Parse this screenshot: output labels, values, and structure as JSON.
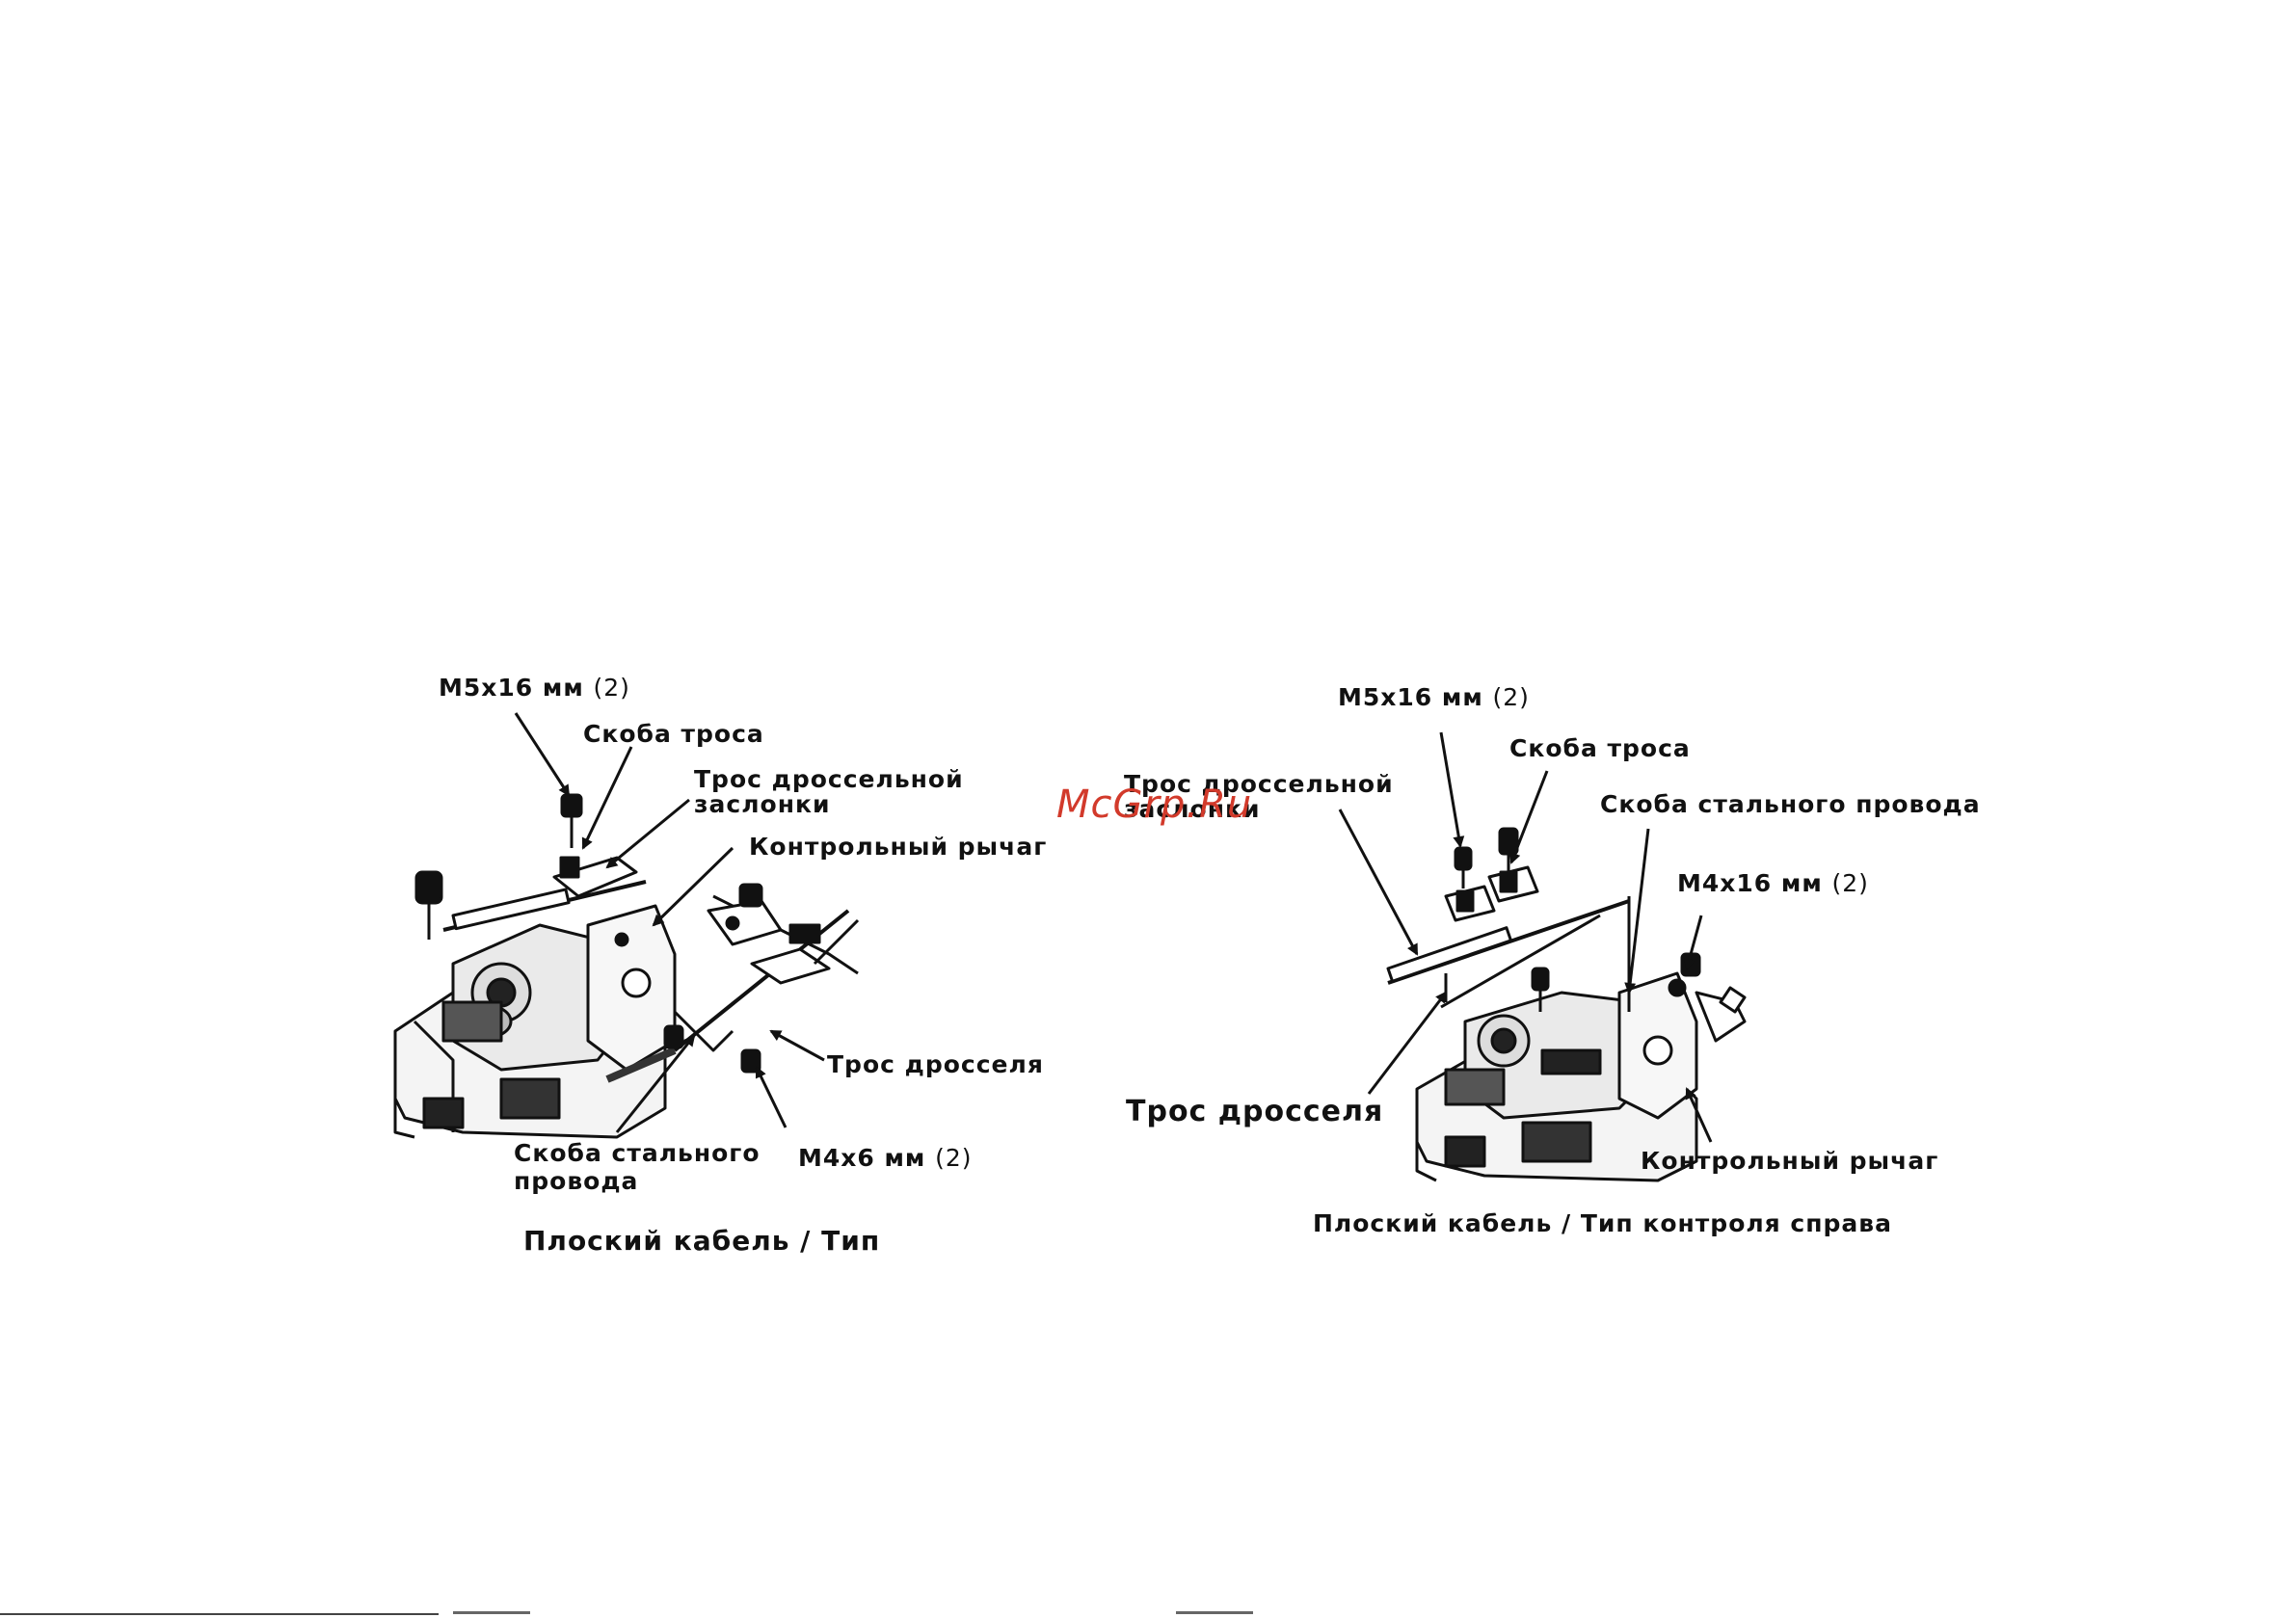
{
  "watermark": "McGrp.Ru",
  "left_diagram": {
    "labels": {
      "bolt_m5": "М5x16 мм",
      "bolt_m5_qty": "(2)",
      "cable_bracket": "Скоба троса",
      "choke_cable_line1": "Трос дроссельной",
      "choke_cable_line2": "заслонки",
      "control_lever": "Контрольный рычаг",
      "throttle_cable": "Трос дросселя",
      "wire_bracket_line1": "Скоба стального",
      "wire_bracket_line2": "провода",
      "bolt_m4": "М4x6 мм",
      "bolt_m4_qty": "(2)"
    },
    "caption": "Плоский кабель / Тип"
  },
  "right_diagram": {
    "labels": {
      "bolt_m5": "М5x16 мм",
      "bolt_m5_qty": "(2)",
      "cable_bracket": "Скоба троса",
      "choke_cable_line1": "Трос дроссельной",
      "choke_cable_line2": "заслонки",
      "wire_bracket": "Скоба стального провода",
      "bolt_m4": "М4x16 мм",
      "bolt_m4_qty": "(2)",
      "throttle_cable": "Трос дросселя",
      "control_lever": "Контрольный рычаг"
    },
    "caption": "Плоский кабель / Тип контроля справа"
  }
}
